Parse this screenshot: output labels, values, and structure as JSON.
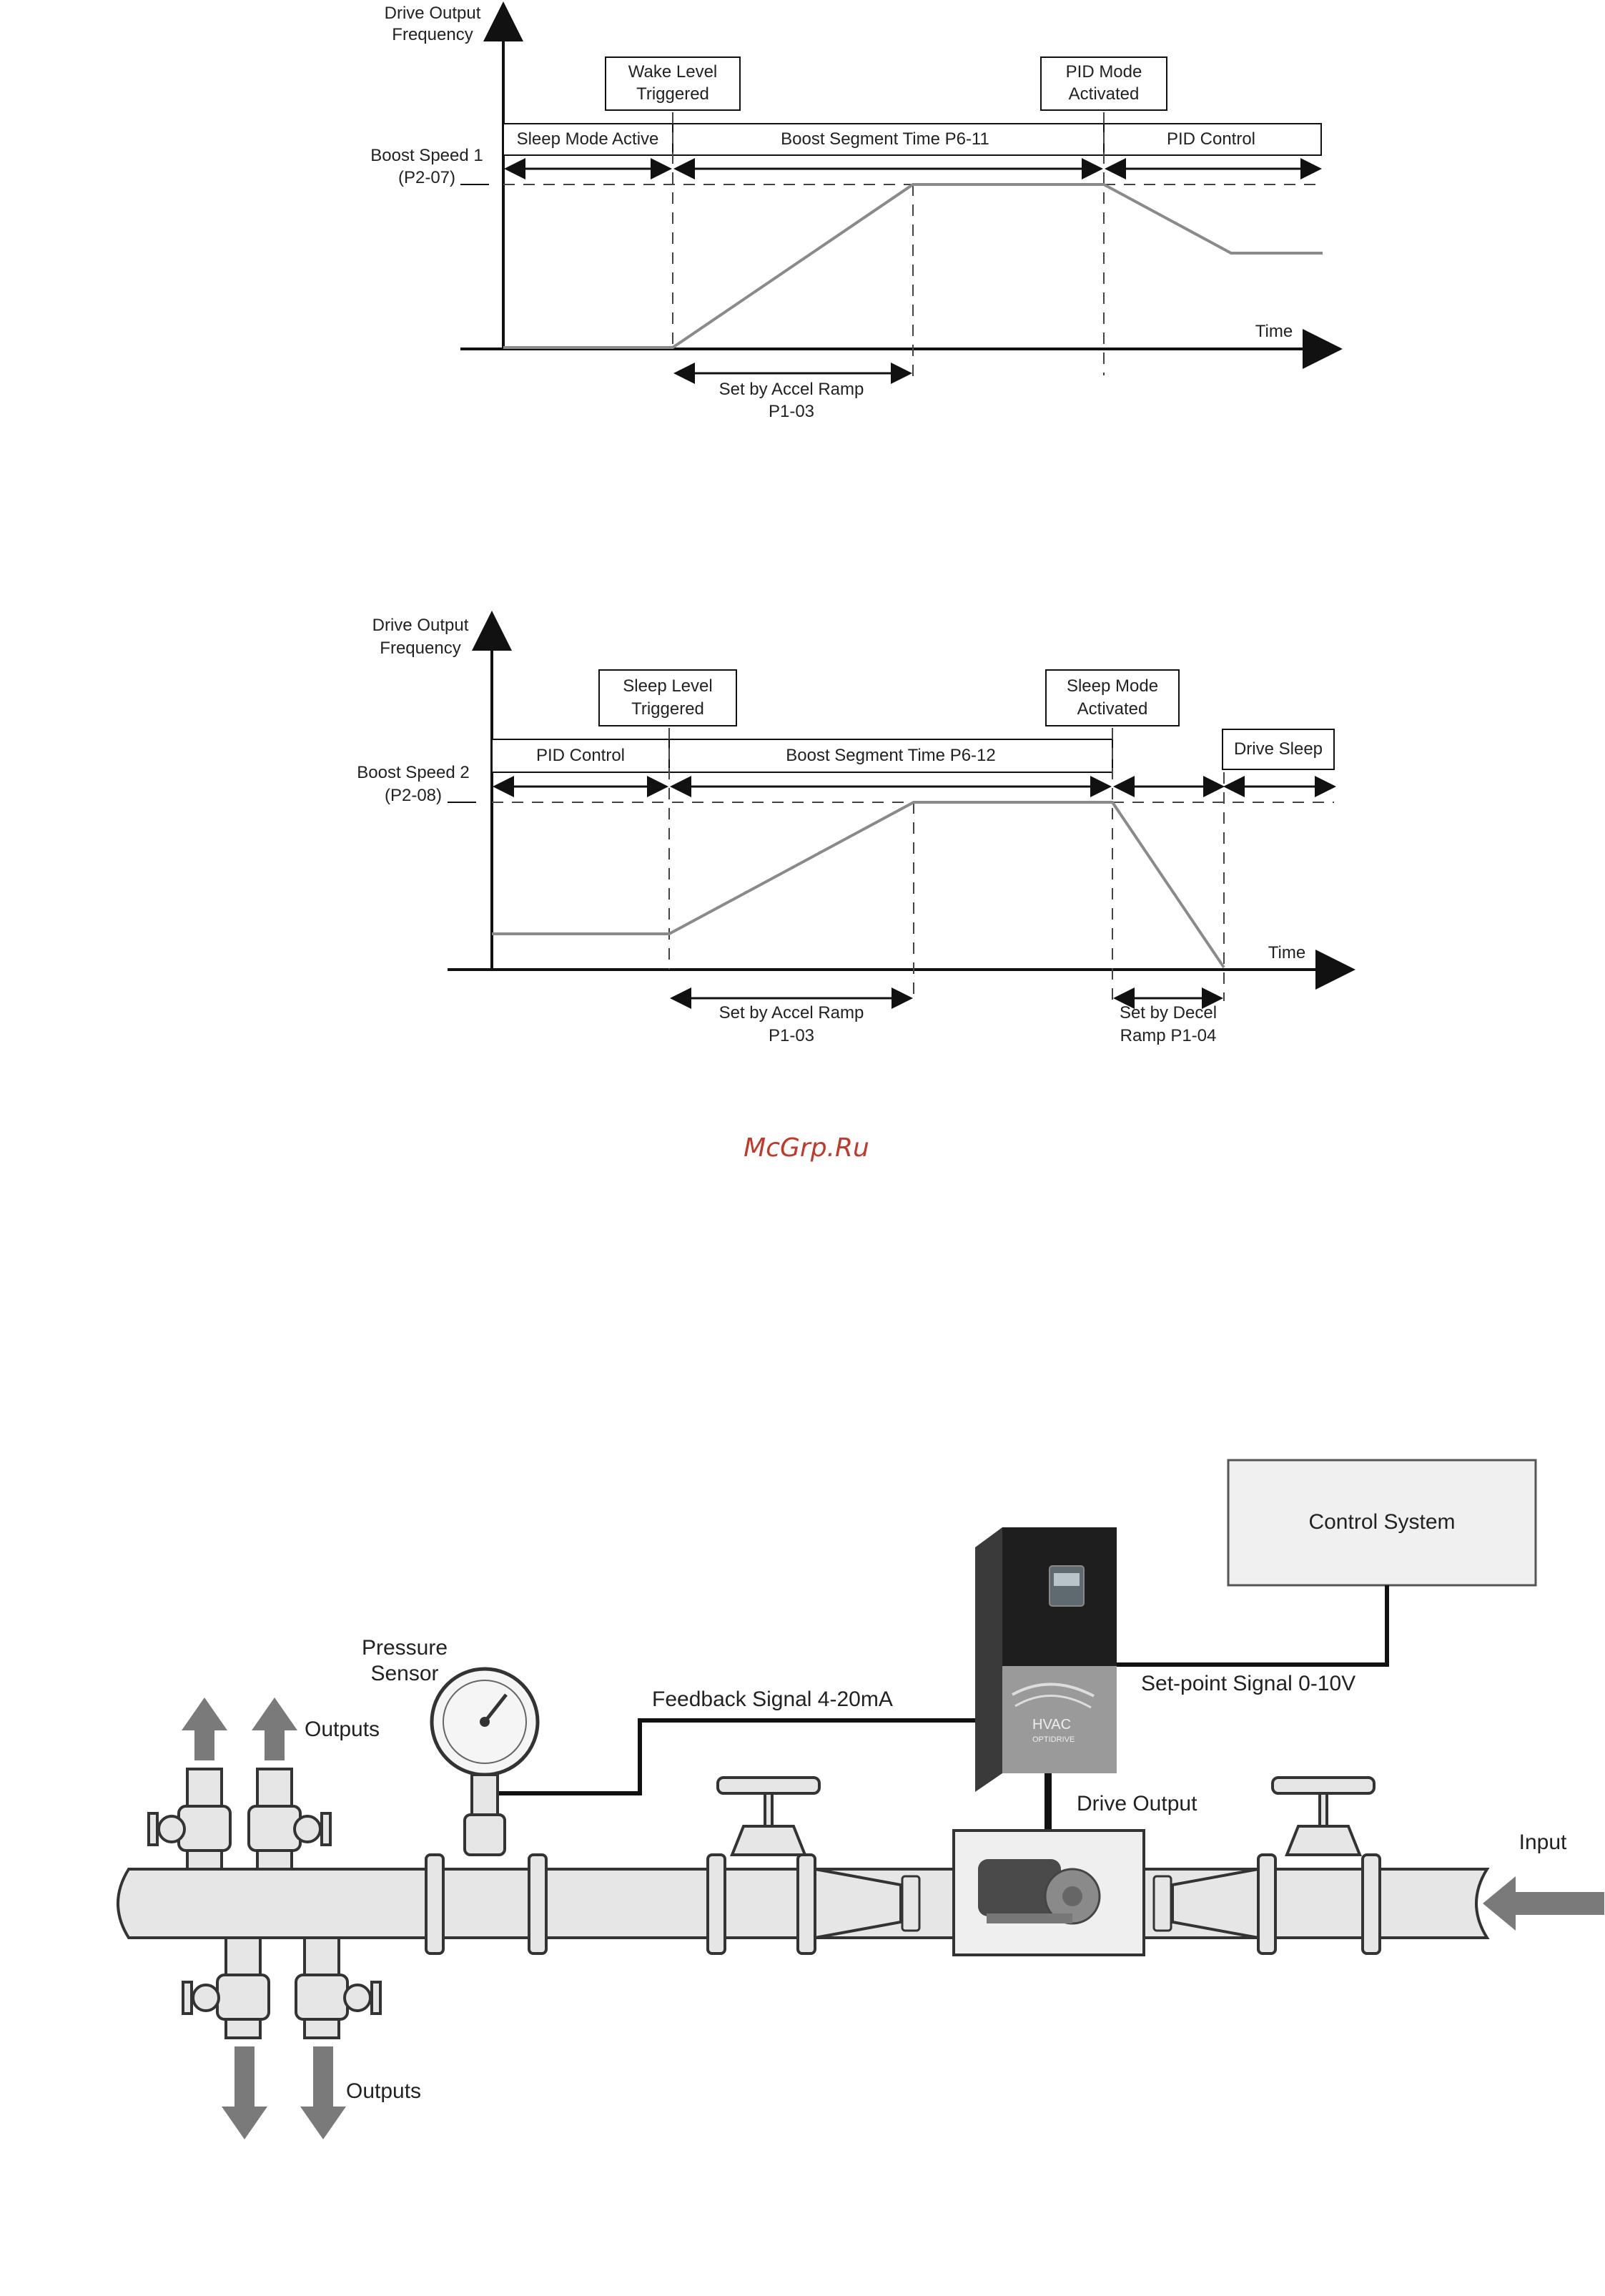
{
  "diagram1": {
    "y_axis_label_1": "Drive Output",
    "y_axis_label_2": "Frequency",
    "boost_label_1": "Boost Speed 1",
    "boost_label_2": "(P2-07)",
    "event_1_line1": "Wake Level",
    "event_1_line2": "Triggered",
    "event_2_line1": "PID Mode",
    "event_2_line2": "Activated",
    "phase_1": "Sleep Mode Active",
    "phase_2": "Boost Segment Time P6-11",
    "phase_3": "PID Control",
    "x_axis_label": "Time",
    "ramp_label_1": "Set by Accel Ramp",
    "ramp_label_2": "P1-03"
  },
  "diagram2": {
    "y_axis_label_1": "Drive Output",
    "y_axis_label_2": "Frequency",
    "boost_label_1": "Boost Speed 2",
    "boost_label_2": "(P2-08)",
    "event_1_line1": "Sleep Level",
    "event_1_line2": "Triggered",
    "event_2_line1": "Sleep Mode",
    "event_2_line2": "Activated",
    "phase_1": "PID Control",
    "phase_2": "Boost Segment Time P6-12",
    "phase_3": "Drive Sleep",
    "x_axis_label": "Time",
    "ramp_label_1": "Set by Accel Ramp",
    "ramp_label_2": "P1-03",
    "decel_label_1": "Set by Decel",
    "decel_label_2": "Ramp P1-04"
  },
  "watermark": "McGrp.Ru",
  "system": {
    "control_system": "Control System",
    "setpoint_signal": "Set-point Signal 0-10V",
    "feedback_signal": "Feedback Signal 4-20mA",
    "pressure_sensor_1": "Pressure",
    "pressure_sensor_2": "Sensor",
    "outputs_top": "Outputs",
    "outputs_bottom": "Outputs",
    "drive_output": "Drive Output",
    "input": "Input",
    "drive_logo_1": "HVAC",
    "drive_logo_2": "OPTIDRIVE"
  },
  "colors": {
    "line": "#111111",
    "ramp": "#8a8a8a",
    "pipe_fill": "#e6e6e6",
    "arrow_fill": "#7a7a7a",
    "drive_body": "#1e1e1e",
    "watermark": "#c0392b"
  }
}
